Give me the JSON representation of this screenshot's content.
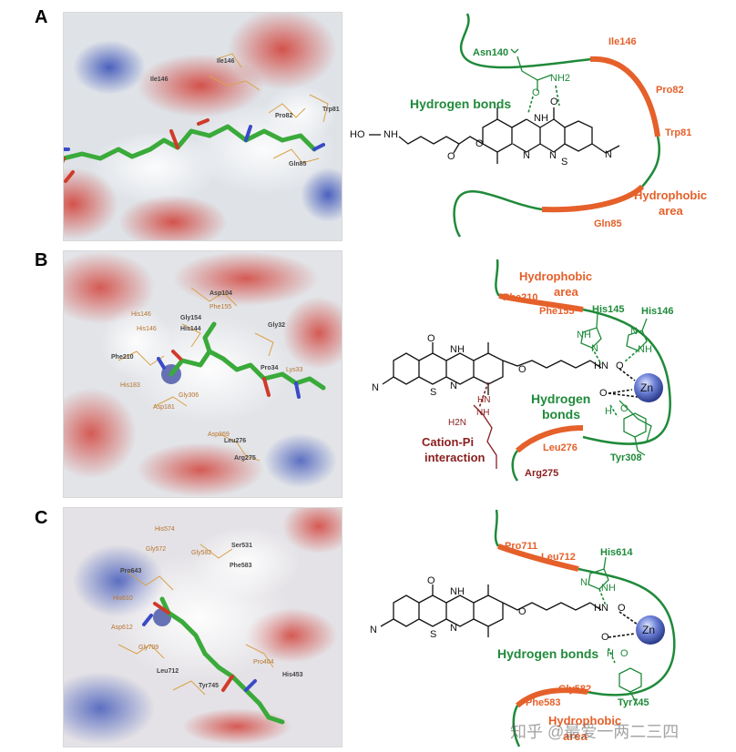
{
  "panels": [
    {
      "letter": "A",
      "render_labels": [
        "Ile146",
        "Pro82",
        "Trp81",
        "Gln85"
      ],
      "residues_green": [
        "Asn140"
      ],
      "residues_orange": [
        "Ile146",
        "Pro82",
        "Trp81",
        "Gln85"
      ],
      "interactions": [
        "Hydrogen bonds",
        "Hydrophobic",
        "area"
      ],
      "atoms": [
        "HO",
        "NH",
        "NH",
        "O",
        "O",
        "O",
        "NH2",
        "N",
        "N",
        "S",
        "N",
        "O"
      ]
    },
    {
      "letter": "B",
      "render_labels": [
        "Asp104",
        "His146",
        "Gly154",
        "Phe155",
        "His144",
        "Gly32",
        "Phe210",
        "Pro34",
        "Lys33",
        "His183",
        "Gly306",
        "Asp181",
        "Asp269",
        "Leu276",
        "Arg275"
      ],
      "residues_green": [
        "His145",
        "His146",
        "Tyr308"
      ],
      "residues_orange": [
        "Phe210",
        "Phe155",
        "Leu276"
      ],
      "residues_red": [
        "Arg275"
      ],
      "interactions": [
        "Hydrophobic",
        "area",
        "Hydrogen",
        "bonds",
        "Cation-Pi",
        "interaction"
      ],
      "atoms": [
        "NH",
        "N",
        "N",
        "S",
        "O",
        "O",
        "HN",
        "O",
        "O",
        "Zn",
        "H",
        "O",
        "N",
        "NH",
        "N",
        "NH",
        "HN",
        "NH",
        "H2N"
      ]
    },
    {
      "letter": "C",
      "render_labels": [
        "His574",
        "Gly572",
        "Pro643",
        "Gly582",
        "Ser531",
        "Phe583",
        "His610",
        "Asp612",
        "Gly709",
        "Pro404",
        "His453",
        "Leu712",
        "Tyr745"
      ],
      "residues_green": [
        "His614",
        "Tyr745"
      ],
      "residues_orange": [
        "Pro711",
        "Leu712",
        "Gly582",
        "Phe583"
      ],
      "interactions": [
        "Hydrogen bonds",
        "Hydrophobic",
        "area"
      ],
      "atoms": [
        "NH",
        "N",
        "N",
        "S",
        "O",
        "O",
        "N",
        "NH",
        "HN",
        "O",
        "O",
        "Zn",
        "H",
        "O"
      ]
    }
  ],
  "watermark": "知乎 @最爱一两二三四",
  "colors": {
    "green": "#1f8a3a",
    "orange": "#e5602a",
    "dark_red": "#8b1e1e",
    "zinc": "#3b4fa8"
  }
}
